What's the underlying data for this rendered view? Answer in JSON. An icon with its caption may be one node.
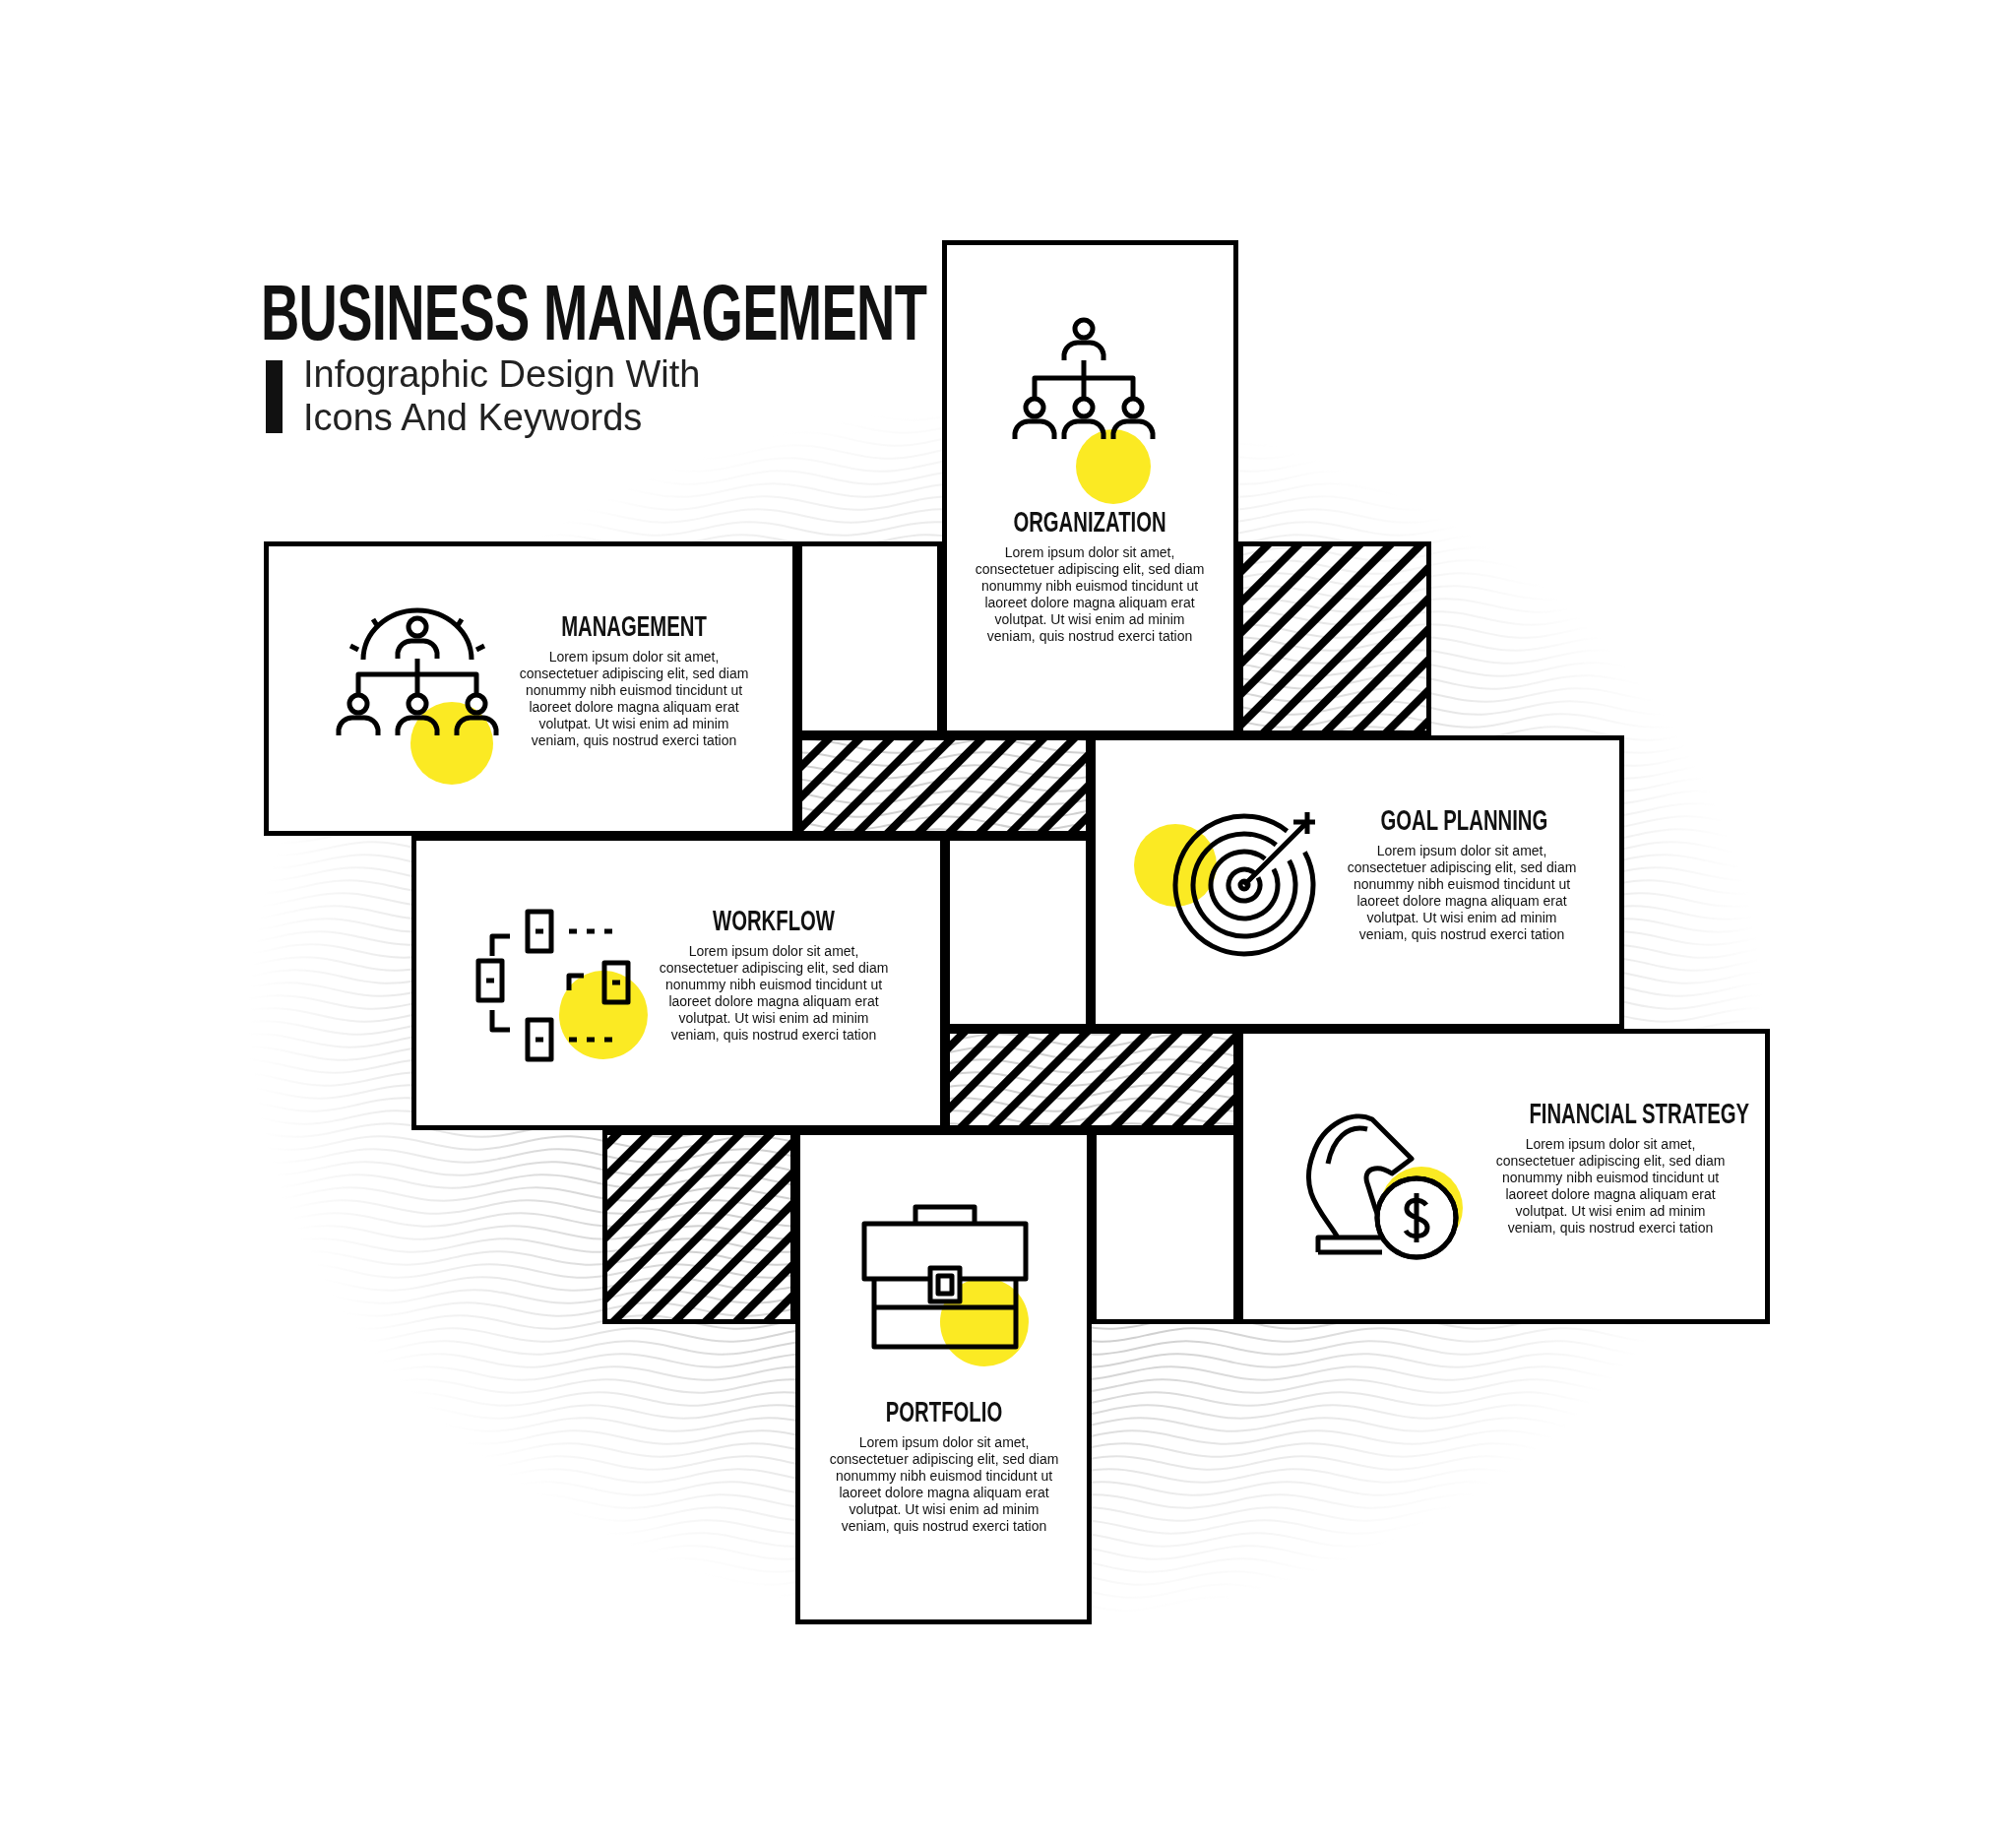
{
  "diagram": {
    "title": "BUSINESS MANAGEMENT",
    "nodes": [
      {
        "text": [
          "ORGANIZATION",
          "Lorem ipsum dolor sit amet, consectetuer adipiscing elit, sed diam nonummy nibh euismod tincidunt ut laoreet dolore magna aliquam erat volutpat. Ut wisi enim ad minim veniam, quis nostrud exerci tation"
        ]
      },
      {
        "text": [
          "MANAGEMENT",
          "Lorem ipsum dolor sit amet, consectetuer adipiscing elit, sed diam nonummy nibh euismod tincidunt ut laoreet dolore magna aliquam erat volutpat. Ut wisi enim ad minim veniam, quis nostrud exerci tation"
        ]
      },
      {
        "text": [
          "GOAL PLANNING",
          "Lorem ipsum dolor sit amet, consectetuer adipiscing elit, sed diam nonummy nibh euismod tincidunt ut laoreet dolore magna aliquam erat volutpat. Ut wisi enim ad minim veniam, quis nostrud exerci tation"
        ]
      },
      {
        "text": [
          "WORKFLOW",
          "Lorem ipsum dolor sit amet, consectetuer adipiscing elit, sed diam nonummy nibh euismod tincidunt ut laoreet dolore magna aliquam erat volutpat. Ut wisi enim ad minim veniam, quis nostrud exerci tation"
        ]
      },
      {
        "text": [
          "FINANCIAL STRATEGY",
          "Lorem ipsum dolor sit amet, consectetuer adipiscing elit, sed diam nonummy nibh euismod tincidunt ut laoreet dolore magna aliquam erat volutpat. Ut wisi enim ad minim veniam, quis nostrud exerci tation"
        ]
      },
      {
        "text": [
          "PORTFOLIO",
          "Lorem ipsum dolor sit amet, consectetuer adipiscing elit, sed diam nonummy nibh euismod tincidunt ut laoreet dolore magna aliquam erat volutpat. Ut wisi enim ad minim veniam, quis nostrud exerci tation"
        ]
      }
    ],
    "edges": [],
    "labels": [
      "Infographic Design With Icons And Keywords"
    ]
  }
}
